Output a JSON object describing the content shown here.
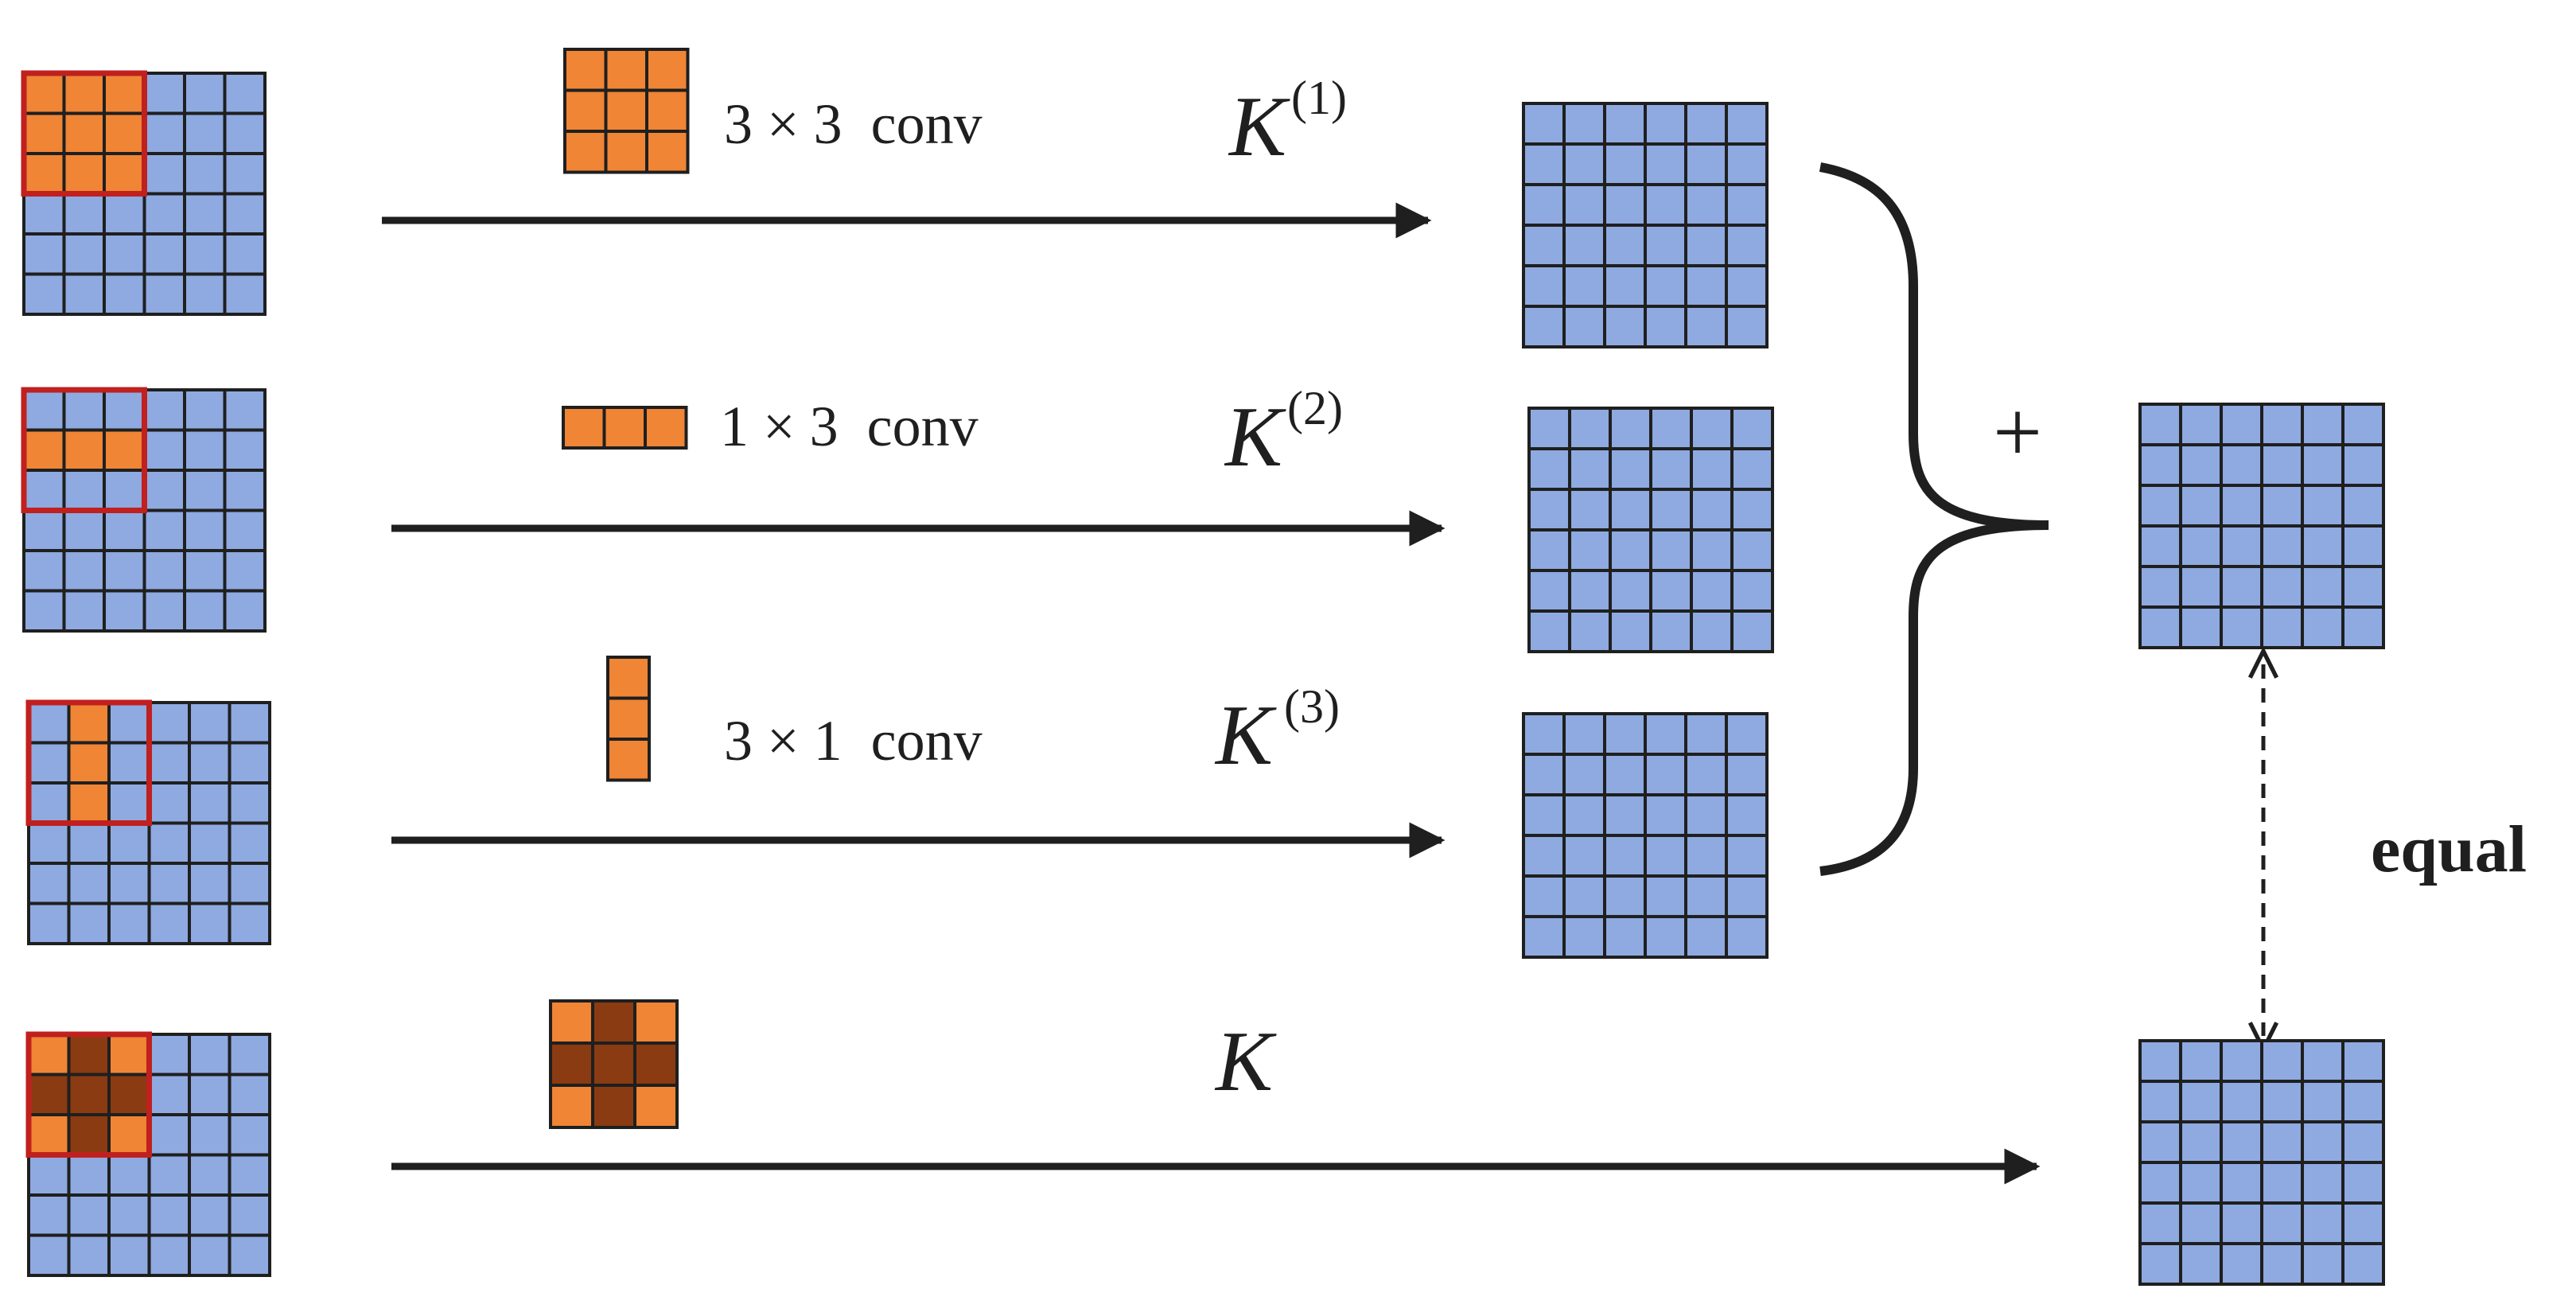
{
  "colors": {
    "cell_blue": "#8eaae0",
    "kernel_orange": "#ef8535",
    "kernel_brown": "#8a3b12",
    "window_red": "#c0201e",
    "line": "#1f1f1f",
    "background": "#ffffff"
  },
  "grid_size": 6,
  "window_size": 3,
  "rows": [
    {
      "id": "row-3x3",
      "op_label": "3 × 3  conv",
      "kernel_symbol": "K",
      "kernel_superscript": "(1)",
      "kernel_shape": "3x3",
      "fused": false
    },
    {
      "id": "row-1x3",
      "op_label": "1 × 3  conv",
      "kernel_symbol": "K",
      "kernel_superscript": "(2)",
      "kernel_shape": "1x3",
      "fused": false
    },
    {
      "id": "row-3x1",
      "op_label": "3 × 1  conv",
      "kernel_symbol": "K",
      "kernel_superscript": "(3)",
      "kernel_shape": "3x1",
      "fused": false
    },
    {
      "id": "row-fused",
      "op_label": "",
      "kernel_symbol": "K",
      "kernel_superscript": "",
      "kernel_shape": "cross",
      "fused": true
    }
  ],
  "sum_symbol": "+",
  "equal_label": "equal"
}
